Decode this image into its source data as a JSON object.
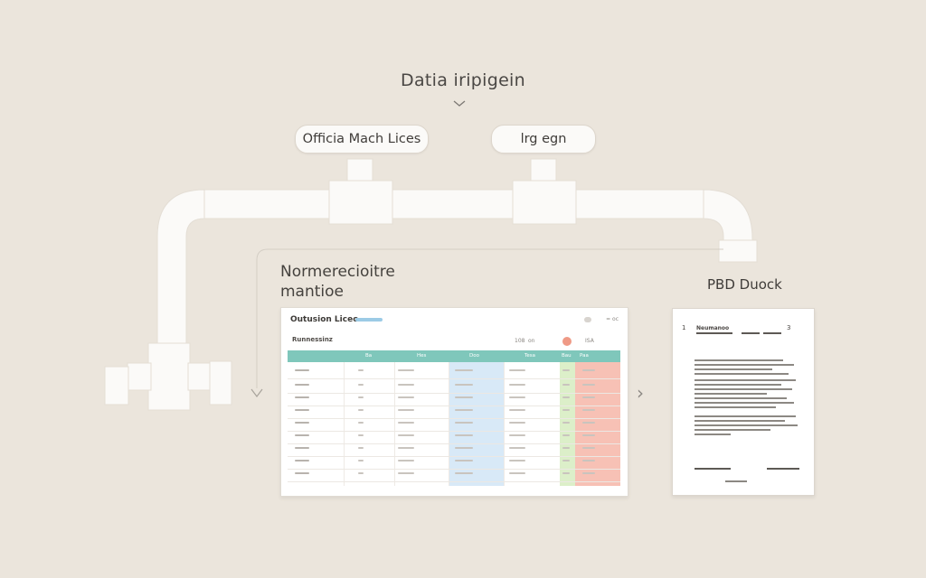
{
  "diagram": {
    "title": "Datia iripigein",
    "pill_left": "Officia Mach Lices",
    "pill_right": "lrg egn",
    "norm_label_line1": "Normerecioitre",
    "norm_label_line2": "mantioe",
    "pdf_label": "PBD Duock"
  },
  "spreadsheet": {
    "title": "Outusion Liceo",
    "top_right": "= oc",
    "toolbar_label": "Runnessinz",
    "toolbar_a": "108",
    "toolbar_b": "on",
    "toolbar_c": "ISA",
    "headers": [
      "Ba",
      "Hes",
      "Doo",
      "Tesa",
      "Bau",
      "Paa"
    ]
  },
  "pdf": {
    "page_num_left": "1",
    "page_num_right": "3",
    "heading": "Neumanoo"
  },
  "colors": {
    "background": "#ebe5dc",
    "header_teal": "#7fc7bb",
    "col_blue": "#d8e9f7",
    "col_green": "#dcefc9",
    "col_red": "#f7c1b5"
  }
}
